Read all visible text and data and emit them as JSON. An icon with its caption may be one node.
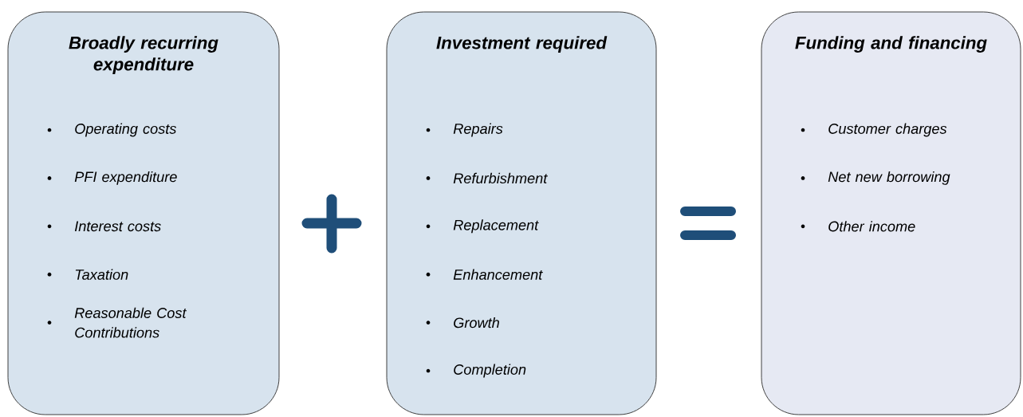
{
  "diagram": {
    "nodes": [
      {
        "text": [
          "Broadly recurring expenditure",
          "Operating costs",
          "PFI expenditure",
          "Interest costs",
          "Taxation",
          "Reasonable Cost Contributions"
        ]
      },
      {
        "text": [
          "Investment required",
          "Repairs",
          "Refurbishment",
          "Replacement",
          "Enhancement",
          "Growth",
          "Completion"
        ]
      },
      {
        "text": [
          "Funding and financing",
          "Customer charges",
          "Net new borrowing",
          "Other income"
        ]
      }
    ]
  }
}
